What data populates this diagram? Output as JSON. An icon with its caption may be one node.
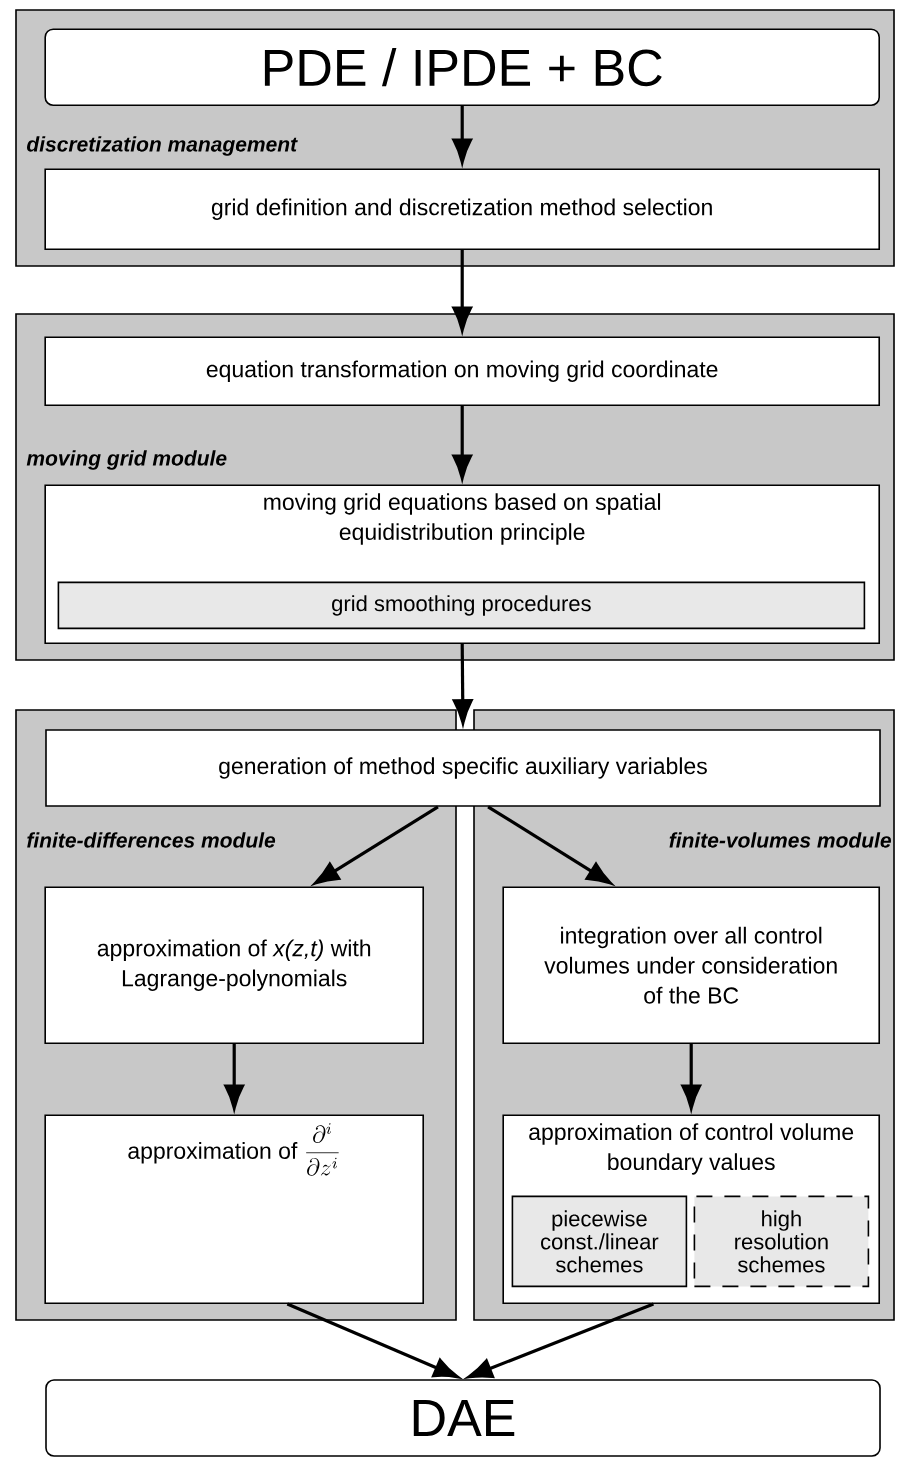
{
  "diagram": {
    "nodes": [
      {
        "text": [
          "discretization management"
        ]
      },
      {
        "text": [
          "PDE / IPDE + BC"
        ],
        "in": 0
      },
      {
        "text": [
          "grid definition and discretization method selection"
        ],
        "in": 0
      },
      {
        "text": [
          "moving grid module"
        ]
      },
      {
        "text": [
          "equation transformation on moving grid coordinate"
        ],
        "in": 3
      },
      {
        "text": [
          "moving grid equations based on spatial equidistribution principle"
        ],
        "in": 3
      },
      {
        "text": [
          "grid smoothing procedures"
        ],
        "in": 5
      },
      {
        "text": [
          "generation of method specific auxiliary variables"
        ]
      },
      {
        "text": [
          "finite-differences module"
        ]
      },
      {
        "text": [
          "approximation of *x(z,t)* with Lagrange-polynomials"
        ],
        "in": 8
      },
      {
        "text": [
          "approximation of",
          "\\frac{\\partial^i}{\\partial z^i}"
        ],
        "in": 8
      },
      {
        "text": [
          "finite-volumes module"
        ]
      },
      {
        "text": [
          "integration over all control volumes under consideration of the BC"
        ],
        "in": 11
      },
      {
        "text": [
          "approximation of control volume boundary values"
        ],
        "in": 11
      },
      {
        "text": [
          "piecewise const./linear schemes"
        ],
        "in": 13
      },
      {
        "text": [
          "high resolution schemes"
        ],
        "in": 13
      },
      {
        "text": [
          "DAE"
        ]
      }
    ],
    "edges": [
      {
        "from": 1,
        "to": 2,
        "arrow": "to"
      },
      {
        "from": 2,
        "to": 4,
        "arrow": "to"
      },
      {
        "from": 4,
        "to": 5,
        "arrow": "to"
      },
      {
        "from": 5,
        "to": 7,
        "arrow": "to"
      },
      {
        "from": 7,
        "to": 9,
        "arrow": "to"
      },
      {
        "from": 7,
        "to": 12,
        "arrow": "to"
      },
      {
        "from": 9,
        "to": 10,
        "arrow": "to"
      },
      {
        "from": 12,
        "to": 13,
        "arrow": "to"
      },
      {
        "from": 10,
        "to": 16,
        "arrow": "to"
      },
      {
        "from": 13,
        "to": 16,
        "arrow": "to"
      }
    ]
  }
}
